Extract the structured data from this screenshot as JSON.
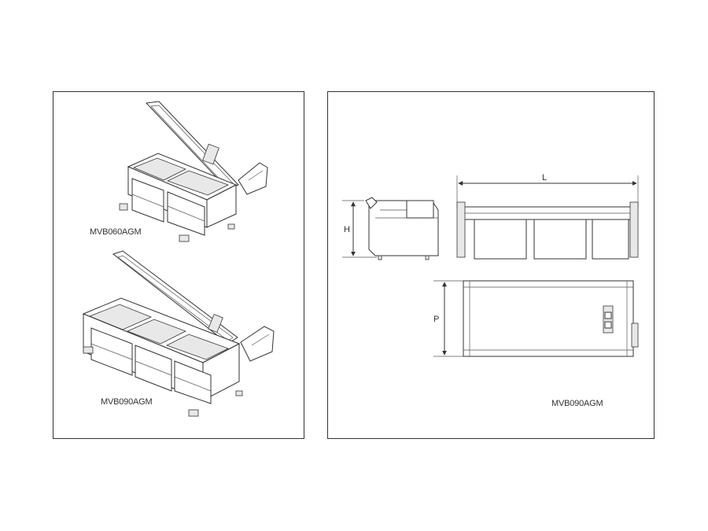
{
  "left_panel": {
    "caption_top": "MVB060AGM",
    "caption_bottom": "MVB090AGM"
  },
  "right_panel": {
    "dim_height": "H",
    "dim_length": "L",
    "dim_depth": "P",
    "caption": "MVB090AGM"
  }
}
